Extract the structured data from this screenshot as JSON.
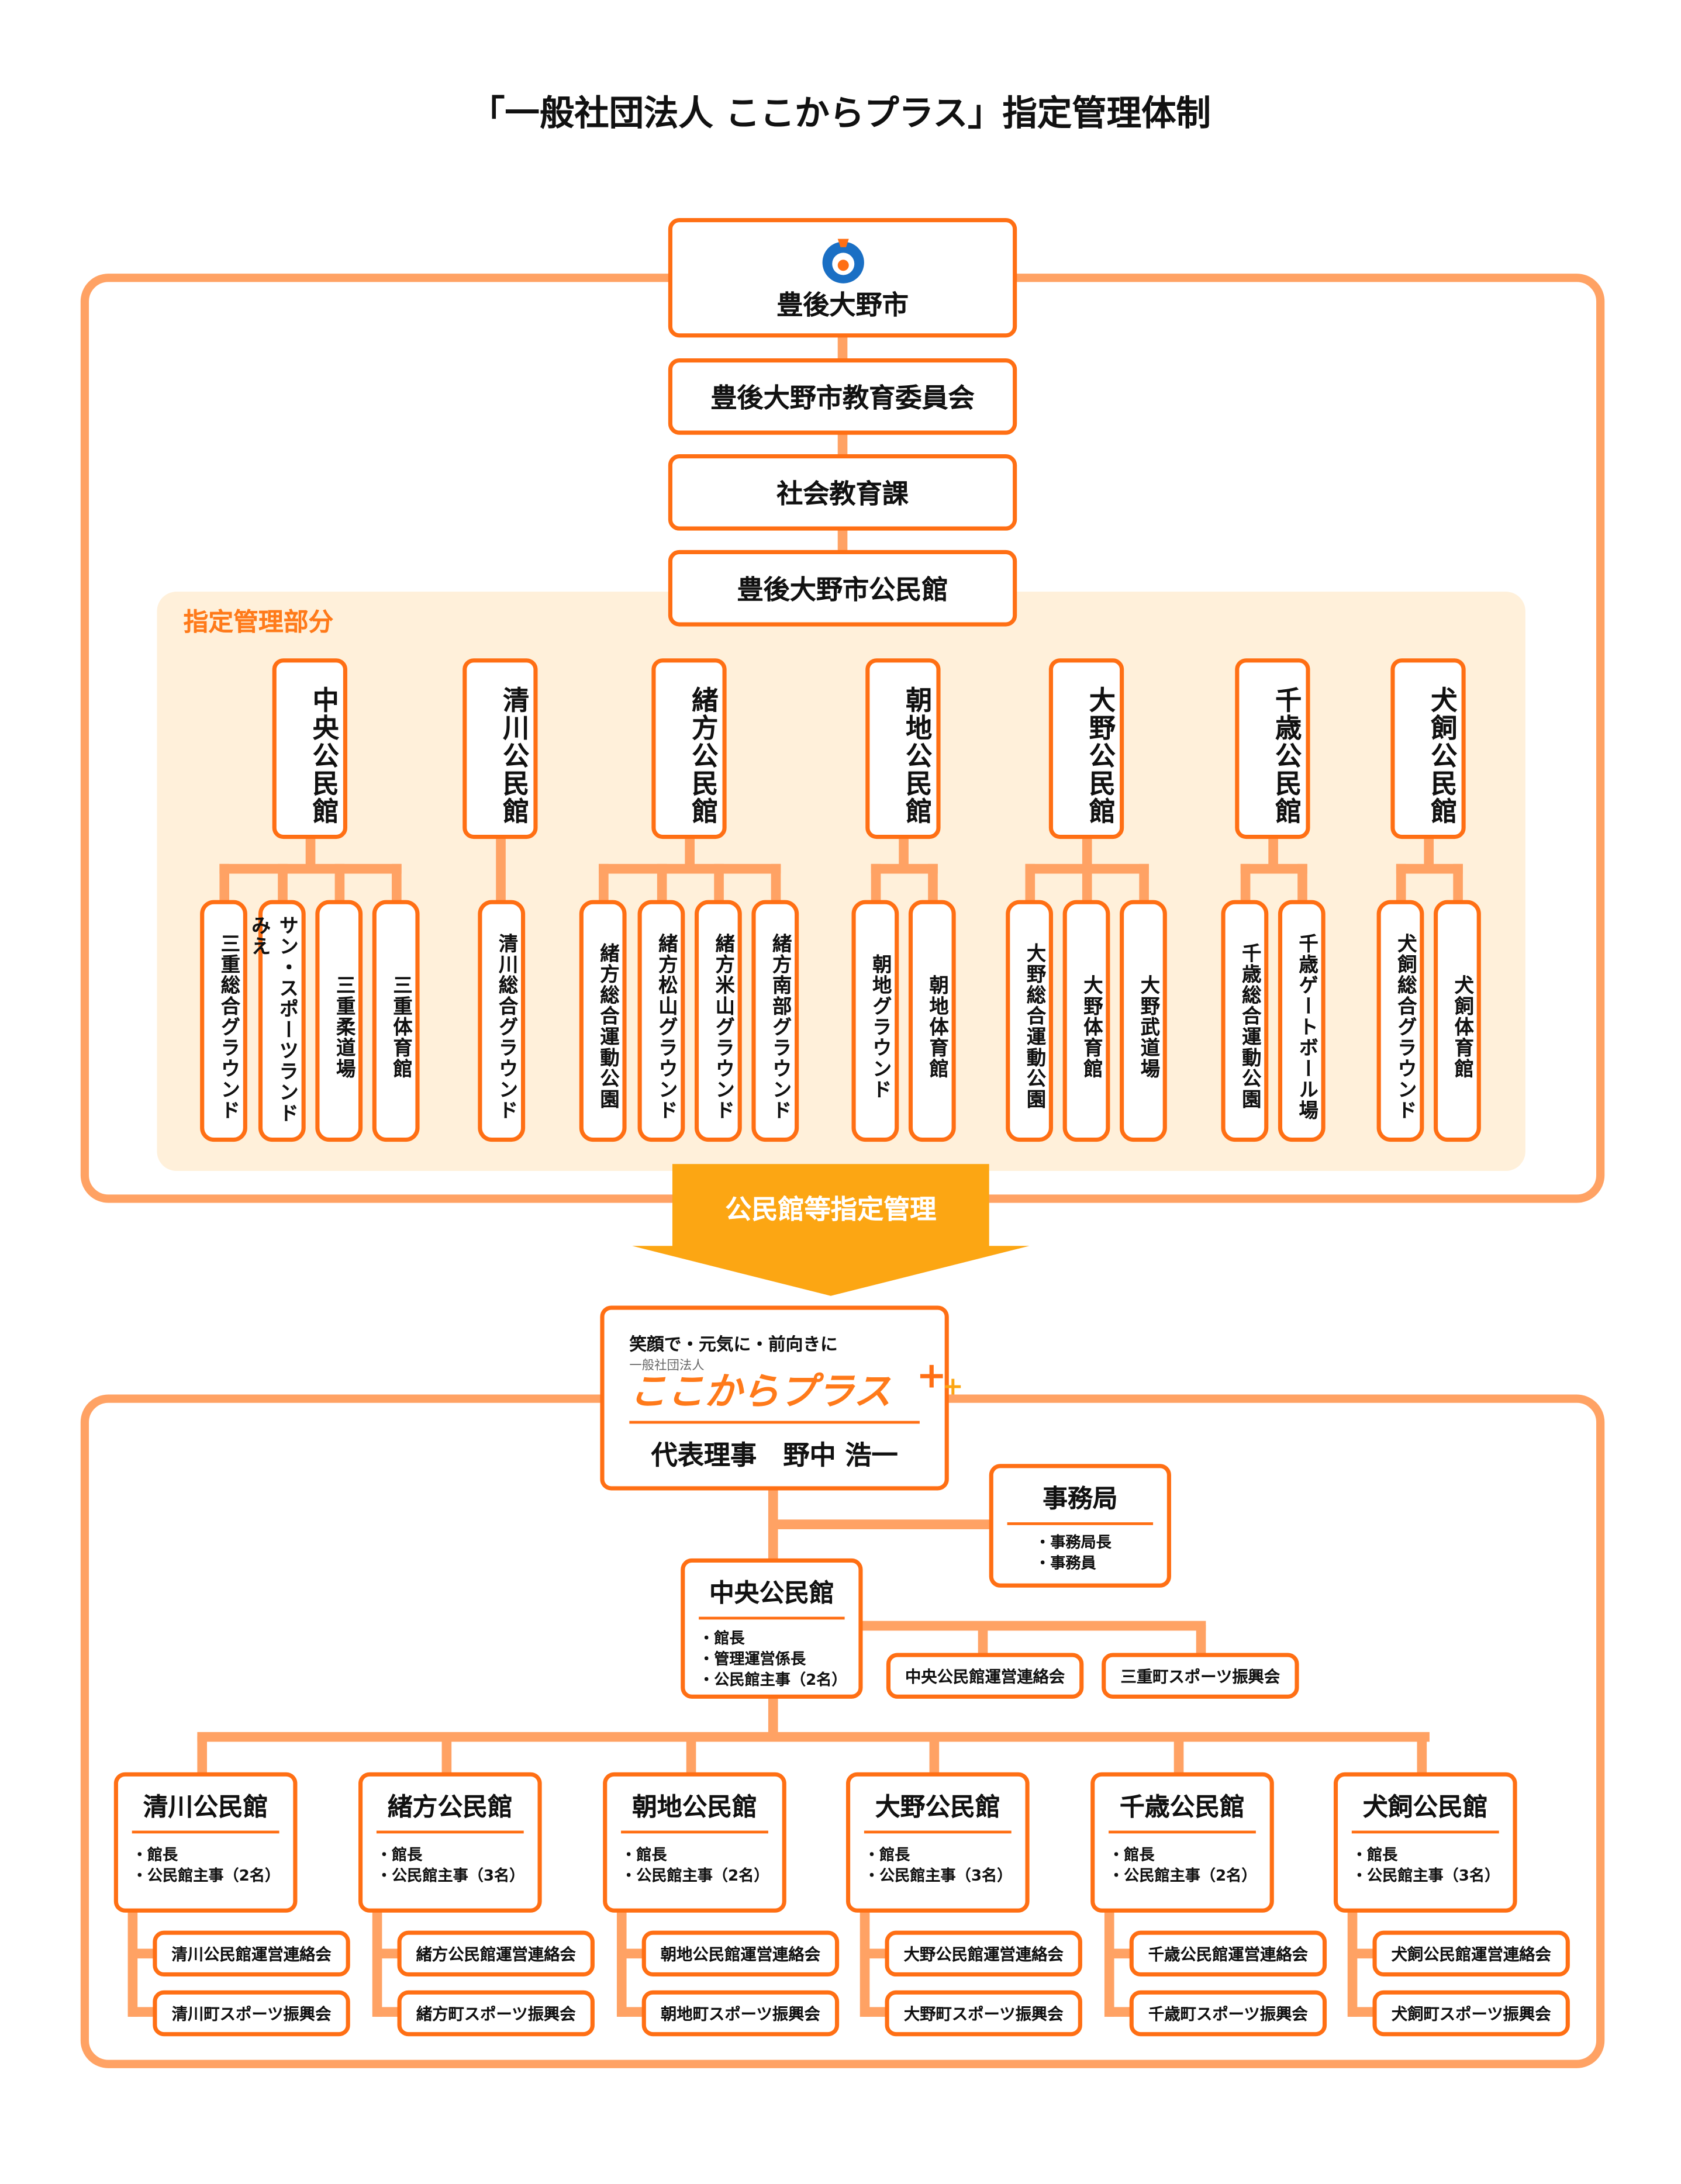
{
  "title": "「一般社団法人 ここからプラス」指定管理体制",
  "city": {
    "name": "豊後大野市",
    "logo_icon": "city-emblem-icon"
  },
  "chain": [
    "豊後大野市教育委員会",
    "社会教育課",
    "豊後大野市公民館"
  ],
  "panel_label": "指定管理部分",
  "halls": [
    {
      "name": "中央公民館",
      "facilities": [
        "三重総合グラウンド",
        "サン・スポーツランドみえ",
        "三重柔道場",
        "三重体育館"
      ]
    },
    {
      "name": "清川公民館",
      "facilities": [
        "清川総合グラウンド"
      ]
    },
    {
      "name": "緒方公民館",
      "facilities": [
        "緒方総合運動公園",
        "緒方松山グラウンド",
        "緒方米山グラウンド",
        "緒方南部グラウンド"
      ]
    },
    {
      "name": "朝地公民館",
      "facilities": [
        "朝地グラウンド",
        "朝地体育館"
      ]
    },
    {
      "name": "大野公民館",
      "facilities": [
        "大野総合運動公園",
        "大野体育館",
        "大野武道場"
      ]
    },
    {
      "name": "千歳公民館",
      "facilities": [
        "千歳総合運動公園",
        "千歳ゲートボール場"
      ]
    },
    {
      "name": "犬飼公民館",
      "facilities": [
        "犬飼総合グラウンド",
        "犬飼体育館"
      ]
    }
  ],
  "arrow_label": "公民館等指定管理",
  "org": {
    "slogan": "笑顔で・元気に・前向きに",
    "type": "一般社団法人",
    "logo_text": "ここからプラス",
    "representative": "代表理事　野中 浩一"
  },
  "office": {
    "name": "事務局",
    "roles": [
      "・事務局長",
      "・事務員"
    ]
  },
  "central": {
    "name": "中央公民館",
    "roles": [
      "・館長",
      "・管理運営係長",
      "・公民館主事（2名）"
    ],
    "groups": [
      "中央公民館運営連絡会",
      "三重町スポーツ振興会"
    ]
  },
  "branches": [
    {
      "name": "清川公民館",
      "roles": [
        "・館長",
        "・公民館主事（2名）"
      ],
      "groups": [
        "清川公民館運営連絡会",
        "清川町スポーツ振興会"
      ]
    },
    {
      "name": "緒方公民館",
      "roles": [
        "・館長",
        "・公民館主事（3名）"
      ],
      "groups": [
        "緒方公民館運営連絡会",
        "緒方町スポーツ振興会"
      ]
    },
    {
      "name": "朝地公民館",
      "roles": [
        "・館長",
        "・公民館主事（2名）"
      ],
      "groups": [
        "朝地公民館運営連絡会",
        "朝地町スポーツ振興会"
      ]
    },
    {
      "name": "大野公民館",
      "roles": [
        "・館長",
        "・公民館主事（3名）"
      ],
      "groups": [
        "大野公民館運営連絡会",
        "大野町スポーツ振興会"
      ]
    },
    {
      "name": "千歳公民館",
      "roles": [
        "・館長",
        "・公民館主事（2名）"
      ],
      "groups": [
        "千歳公民館運営連絡会",
        "千歳町スポーツ振興会"
      ]
    },
    {
      "name": "犬飼公民館",
      "roles": [
        "・館長",
        "・公民館主事（3名）"
      ],
      "groups": [
        "犬飼公民館運営連絡会",
        "犬飼町スポーツ振興会"
      ]
    }
  ],
  "colors": {
    "border": "#ff6f14",
    "connector": "#ffa264",
    "panel": "#fff0da",
    "arrow": "#fca613",
    "logo_blue": "#1a6fc4"
  }
}
